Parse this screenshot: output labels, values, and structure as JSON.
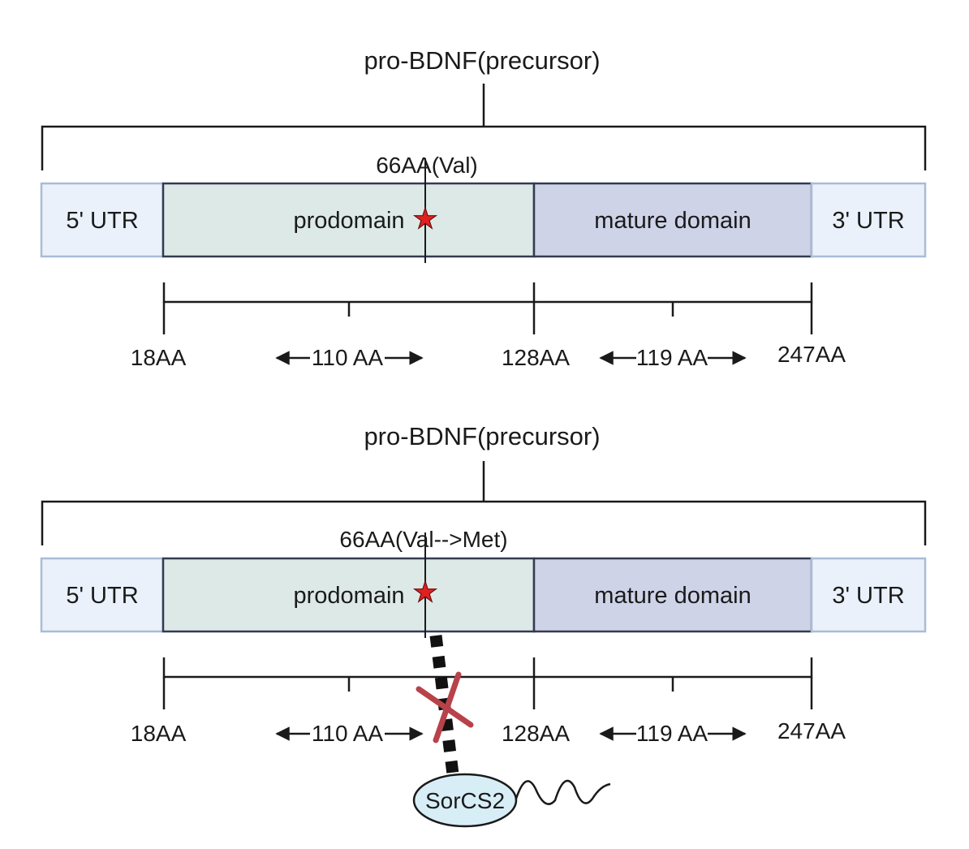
{
  "diagrams": [
    {
      "title": "pro-BDNF(precursor)",
      "segments": {
        "utr5": "5' UTR",
        "prodomain": "prodomain",
        "mature": "mature domain",
        "utr3": "3' UTR"
      },
      "mutation_label": "66AA(Val)",
      "positions": {
        "start": "18AA",
        "mid": "128AA",
        "end": "247AA"
      },
      "spans": {
        "prodomain": "110 AA",
        "mature": "119 AA"
      }
    },
    {
      "title": "pro-BDNF(precursor)",
      "segments": {
        "utr5": "5' UTR",
        "prodomain": "prodomain",
        "mature": "mature domain",
        "utr3": "3' UTR"
      },
      "mutation_label": "66AA(Val-->Met)",
      "positions": {
        "start": "18AA",
        "mid": "128AA",
        "end": "247AA"
      },
      "spans": {
        "prodomain": "110 AA",
        "mature": "119 AA"
      },
      "binding_partner": "SorCS2"
    }
  ],
  "colors": {
    "utr_fill": "#eaf1fb",
    "utr_stroke": "#a8bcd8",
    "prodomain_fill": "#dde9e6",
    "mature_fill": "#cfd3e8",
    "domain_stroke": "#333b52",
    "star": "#e02020",
    "cross": "#b8424a",
    "sorcs2_fill": "#d8eef6"
  }
}
